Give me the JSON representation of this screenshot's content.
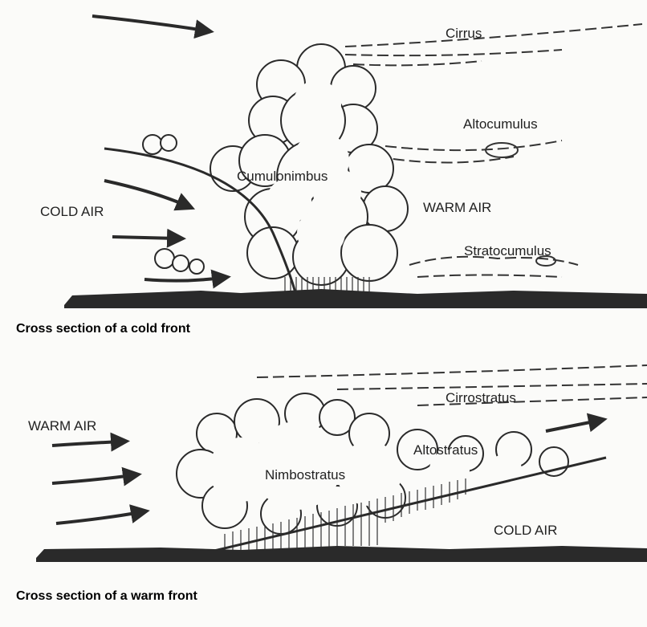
{
  "cold_front": {
    "caption": "Cross section of a cold front",
    "labels": {
      "cirrus": "Cirrus",
      "altocumulus": "Altocumulus",
      "cumulonimbus": "Cumulonimbus",
      "cold_air": "COLD AIR",
      "warm_air": "WARM AIR",
      "stratocumulus": "Stratocumulus"
    }
  },
  "warm_front": {
    "caption": "Cross section of a warm front",
    "labels": {
      "cirrostratus": "Cirrostratus",
      "warm_air": "WARM AIR",
      "altostratus": "Altostratus",
      "nimbostratus": "Nimbostratus",
      "cold_air": "COLD AIR"
    }
  }
}
